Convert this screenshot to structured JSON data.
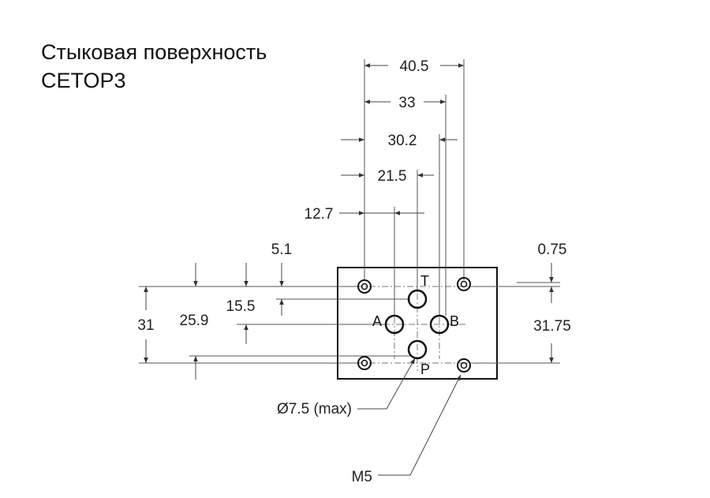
{
  "title": {
    "line1": "Стыковая поверхность",
    "line2": "CETOP3"
  },
  "colors": {
    "line": "#444444",
    "text": "#222222",
    "plate": "#111111"
  },
  "ports": {
    "t": "T",
    "a": "A",
    "b": "B",
    "p": "P"
  },
  "dimensions": {
    "d40_5": "40.5",
    "d33": "33",
    "d30_2": "30.2",
    "d21_5": "21.5",
    "d12_7": "12.7",
    "d5_1": "5.1",
    "d0_75": "0.75",
    "d31": "31",
    "d25_9": "25.9",
    "d15_5": "15.5",
    "d31_75": "31.75"
  },
  "callouts": {
    "bore": "Ø7.5 (max)",
    "thread": "M5"
  }
}
